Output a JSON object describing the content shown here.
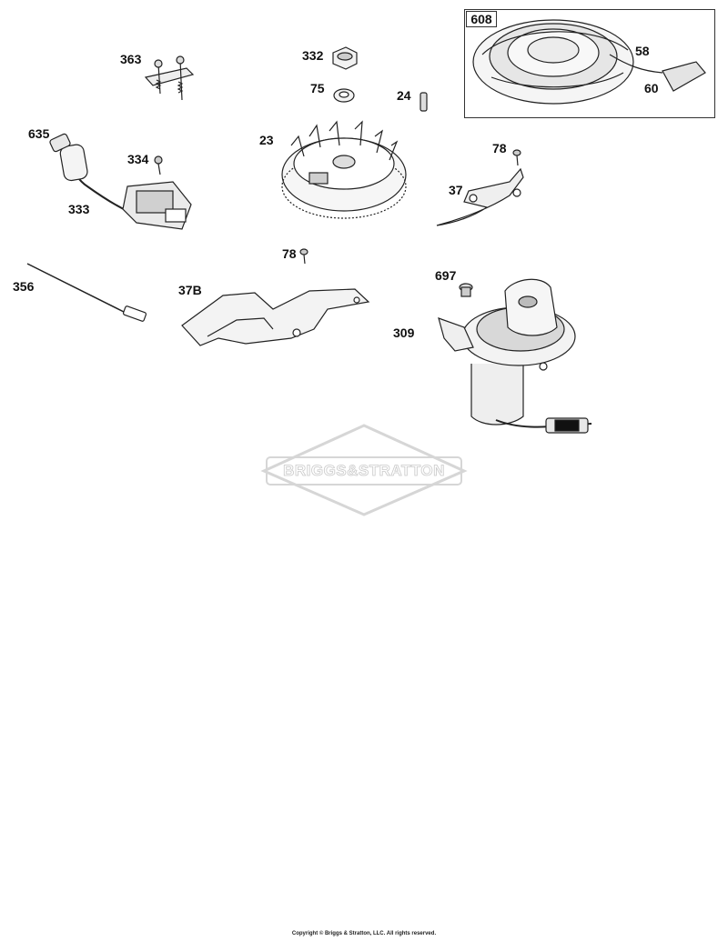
{
  "diagram": {
    "callouts": {
      "c363": "363",
      "c332": "332",
      "c75": "75",
      "c24": "24",
      "c635": "635",
      "c334": "334",
      "c333": "333",
      "c23": "23",
      "c78a": "78",
      "c37": "37",
      "c78b": "78",
      "c356": "356",
      "c37b": "37B",
      "c697": "697",
      "c309": "309",
      "c608": "608",
      "c58": "58",
      "c60": "60"
    },
    "watermark": "BRIGGS&STRATTON",
    "copyright": "Copyright © Briggs & Stratton, LLC. All rights reserved."
  }
}
